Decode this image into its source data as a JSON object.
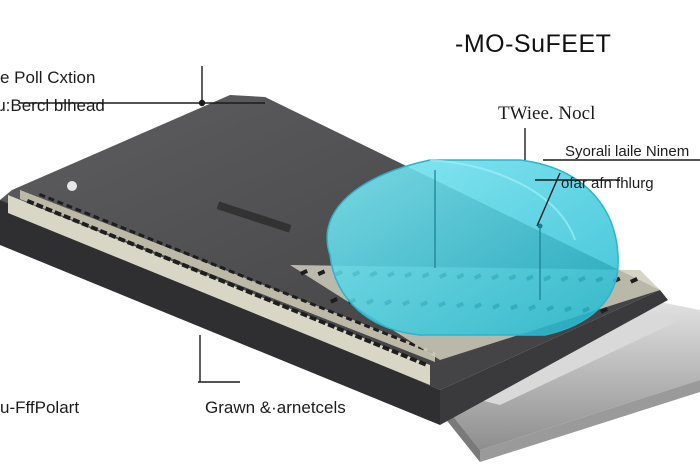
{
  "diagram": {
    "title": "-MO-SuFEET",
    "labels": {
      "top_left_1": "e Poll Cxtion",
      "top_left_2": "ɹ:Bercl blhead",
      "top_right_1": "TWiee. Nocl",
      "top_right_2": "Syorali laile Ninem",
      "top_right_3": "ofar afn fhlurg",
      "bottom_left": "u-FffPolart",
      "bottom_mid": "Grawn &·arnetcels"
    },
    "colors": {
      "chip_top": "#4b4b4d",
      "chip_side": "#2f2f31",
      "rail": "#d8d6c4",
      "slot": "#1e1e1e",
      "bubble": "#3fd2e4",
      "base": "#c4c4c4"
    }
  }
}
